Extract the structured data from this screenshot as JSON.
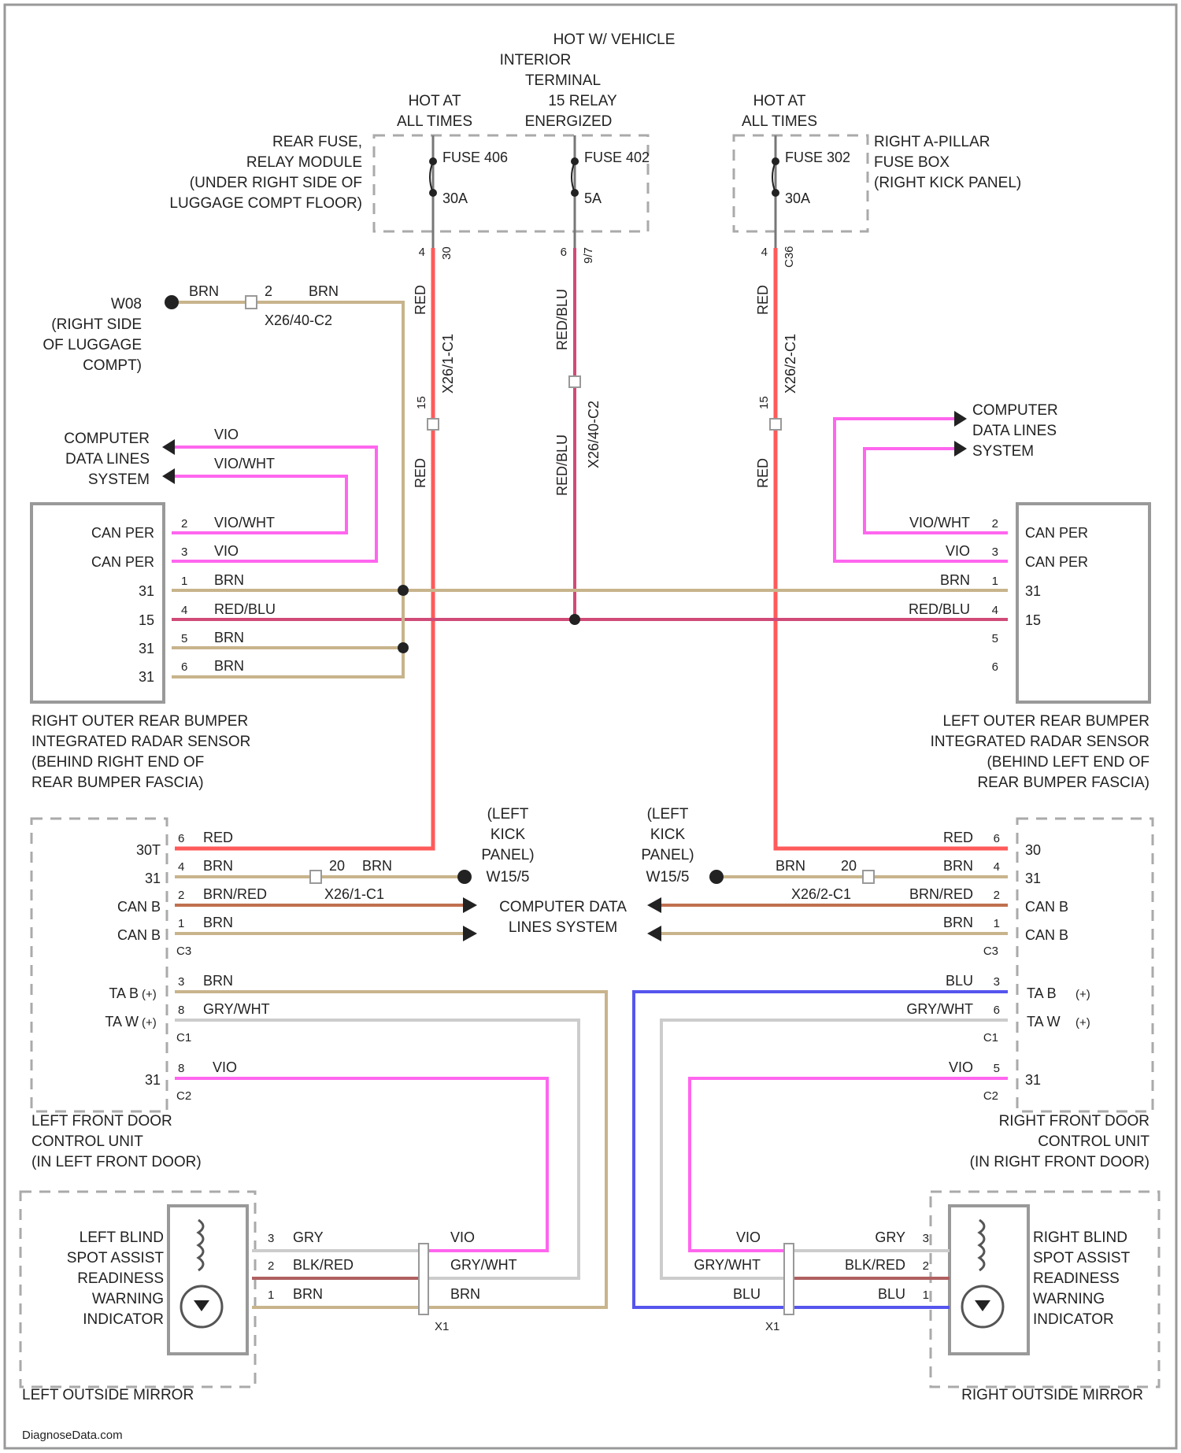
{
  "colors": {
    "RED": "#ff5a5a",
    "BRN": "#c8b48c",
    "VIO": "#ff66ee",
    "RED_BLU": "#d04a78",
    "BLU": "#5555ee",
    "GRY": "#cccccc",
    "BRN_RED": "#c07050",
    "BLK_RED": "#b06060",
    "frame": "#999999"
  },
  "top": {
    "hot_in_vehicle": [
      "HOT W/ VEHICLE",
      "INTERIOR",
      "TERMINAL",
      "15 RELAY",
      "ENERGIZED"
    ],
    "hot_at_all_times_1": [
      "HOT AT",
      "ALL TIMES"
    ],
    "hot_at_all_times_2": [
      "HOT AT",
      "ALL TIMES"
    ],
    "rear_fuse_box": [
      "REAR FUSE,",
      "RELAY MODULE",
      "(UNDER RIGHT SIDE OF",
      "LUGGAGE COMPT FLOOR)"
    ],
    "right_fuse_box": [
      "RIGHT A-PILLAR",
      "FUSE BOX",
      "(RIGHT KICK PANEL)"
    ],
    "fuse1": {
      "name": "FUSE 406",
      "amp": "30A",
      "pin": "4",
      "term": "30"
    },
    "fuse2": {
      "name": "FUSE 402",
      "amp": "5A",
      "pin": "6",
      "term": "9/7"
    },
    "fuse3": {
      "name": "FUSE 302",
      "amp": "30A",
      "pin": "4",
      "term": "C36"
    }
  },
  "ground_w08": {
    "label": [
      "W08",
      "(RIGHT SIDE",
      "OF LUGGAGE",
      "COMPT)"
    ],
    "wire1": "BRN",
    "pin": "2",
    "wire2": "BRN",
    "connector": "X26/40-C2"
  },
  "vertical_wires": {
    "red_left": "RED",
    "red_left_conn": "X26/1-C1",
    "red_left_pin": "15",
    "red_left_lower": "RED",
    "mid": "RED/BLU",
    "mid_conn": "X26/40-C2",
    "mid_lower": "RED/BLU",
    "red_right": "RED",
    "red_right_conn": "X26/2-C1",
    "red_right_pin": "15",
    "red_right_lower": "RED"
  },
  "cdl_left": {
    "label": [
      "COMPUTER",
      "DATA LINES",
      "SYSTEM"
    ],
    "wire1": "VIO",
    "wire2": "VIO/WHT"
  },
  "cdl_right": {
    "label": [
      "COMPUTER",
      "DATA LINES",
      "SYSTEM"
    ]
  },
  "right_sensor": {
    "pins": [
      {
        "name": "CAN PER",
        "pin": "2",
        "wire": "VIO/WHT"
      },
      {
        "name": "CAN PER",
        "pin": "3",
        "wire": "VIO"
      },
      {
        "name": "31",
        "pin": "1",
        "wire": "BRN"
      },
      {
        "name": "15",
        "pin": "4",
        "wire": "RED/BLU"
      },
      {
        "name": "31",
        "pin": "5",
        "wire": "BRN"
      },
      {
        "name": "31",
        "pin": "6",
        "wire": "BRN"
      }
    ],
    "caption": [
      "RIGHT OUTER REAR BUMPER",
      "INTEGRATED RADAR SENSOR",
      "(BEHIND RIGHT END OF",
      "REAR BUMPER FASCIA)"
    ]
  },
  "left_sensor": {
    "pins": [
      {
        "name": "CAN PER",
        "pin": "2",
        "wire": "VIO/WHT"
      },
      {
        "name": "CAN PER",
        "pin": "3",
        "wire": "VIO"
      },
      {
        "name": "31",
        "pin": "1",
        "wire": "BRN"
      },
      {
        "name": "15",
        "pin": "4",
        "wire": "RED/BLU"
      },
      {
        "name": "",
        "pin": "5",
        "wire": ""
      },
      {
        "name": "",
        "pin": "6",
        "wire": ""
      }
    ],
    "caption": [
      "LEFT OUTER REAR BUMPER",
      "INTEGRATED RADAR SENSOR",
      "(BEHIND LEFT END OF",
      "REAR BUMPER FASCIA)"
    ]
  },
  "left_kick": {
    "label": [
      "(LEFT",
      "KICK",
      "PANEL)",
      "W15/5"
    ],
    "conn": "X26/1-C1",
    "pin": "20",
    "wire": "BRN"
  },
  "right_kick": {
    "label": [
      "(LEFT",
      "KICK",
      "PANEL)",
      "W15/5"
    ],
    "conn": "X26/2-C1",
    "pin": "20",
    "wire": "BRN"
  },
  "cdl_center": [
    "COMPUTER DATA",
    "LINES SYSTEM"
  ],
  "left_door": {
    "rows": [
      {
        "name": "30T",
        "pin": "6",
        "wire": "RED"
      },
      {
        "name": "31",
        "pin": "4",
        "wire": "BRN"
      },
      {
        "name": "CAN B",
        "pin": "2",
        "wire": "BRN/RED"
      },
      {
        "name": "CAN B",
        "pin": "1",
        "wire": "BRN"
      }
    ],
    "c3": "C3",
    "ta": [
      {
        "name": "TA B",
        "pin": "3",
        "wire": "BRN",
        "note": "(+)"
      },
      {
        "name": "TA W",
        "pin": "8",
        "wire": "GRY/WHT",
        "note": "(+)"
      }
    ],
    "c1": "C1",
    "bsa": {
      "name": "31",
      "pin": "8",
      "wire": "VIO"
    },
    "c2": "C2",
    "caption": [
      "LEFT FRONT DOOR",
      "CONTROL UNIT",
      "(IN LEFT FRONT DOOR)"
    ]
  },
  "right_door": {
    "rows": [
      {
        "name": "30",
        "pin": "6",
        "wire": "RED"
      },
      {
        "name": "31",
        "pin": "4",
        "wire": "BRN"
      },
      {
        "name": "CAN B",
        "pin": "2",
        "wire": "BRN/RED"
      },
      {
        "name": "CAN B",
        "pin": "1",
        "wire": "BRN"
      }
    ],
    "c3": "C3",
    "ta": [
      {
        "name": "TA B",
        "pin": "3",
        "wire": "BLU",
        "note": "(+)"
      },
      {
        "name": "TA W",
        "pin": "6",
        "wire": "GRY/WHT",
        "note": "(+)"
      }
    ],
    "c1": "C1",
    "bsa": {
      "name": "31",
      "pin": "5",
      "wire": "VIO"
    },
    "c2": "C2",
    "caption": [
      "RIGHT FRONT DOOR",
      "CONTROL UNIT",
      "(IN RIGHT FRONT DOOR)"
    ]
  },
  "left_mirror": {
    "indicator": [
      "LEFT BLIND",
      "SPOT ASSIST",
      "READINESS",
      "WARNING",
      "INDICATOR"
    ],
    "pins": [
      {
        "pin": "3",
        "wire": "GRY",
        "door_wire": "VIO"
      },
      {
        "pin": "2",
        "wire": "BLK/RED",
        "door_wire": "GRY/WHT"
      },
      {
        "pin": "1",
        "wire": "BRN",
        "door_wire": "BRN"
      }
    ],
    "conn": "X1",
    "caption": "LEFT OUTSIDE MIRROR"
  },
  "right_mirror": {
    "indicator": [
      "RIGHT BLIND",
      "SPOT ASSIST",
      "READINESS",
      "WARNING",
      "INDICATOR"
    ],
    "pins": [
      {
        "pin": "3",
        "wire": "GRY",
        "door_wire": "VIO"
      },
      {
        "pin": "2",
        "wire": "BLK/RED",
        "door_wire": "GRY/WHT"
      },
      {
        "pin": "1",
        "wire": "BLU",
        "door_wire": "BLU"
      }
    ],
    "conn": "X1",
    "caption": "RIGHT OUTSIDE MIRROR"
  },
  "footer": "DiagnoseData.com"
}
